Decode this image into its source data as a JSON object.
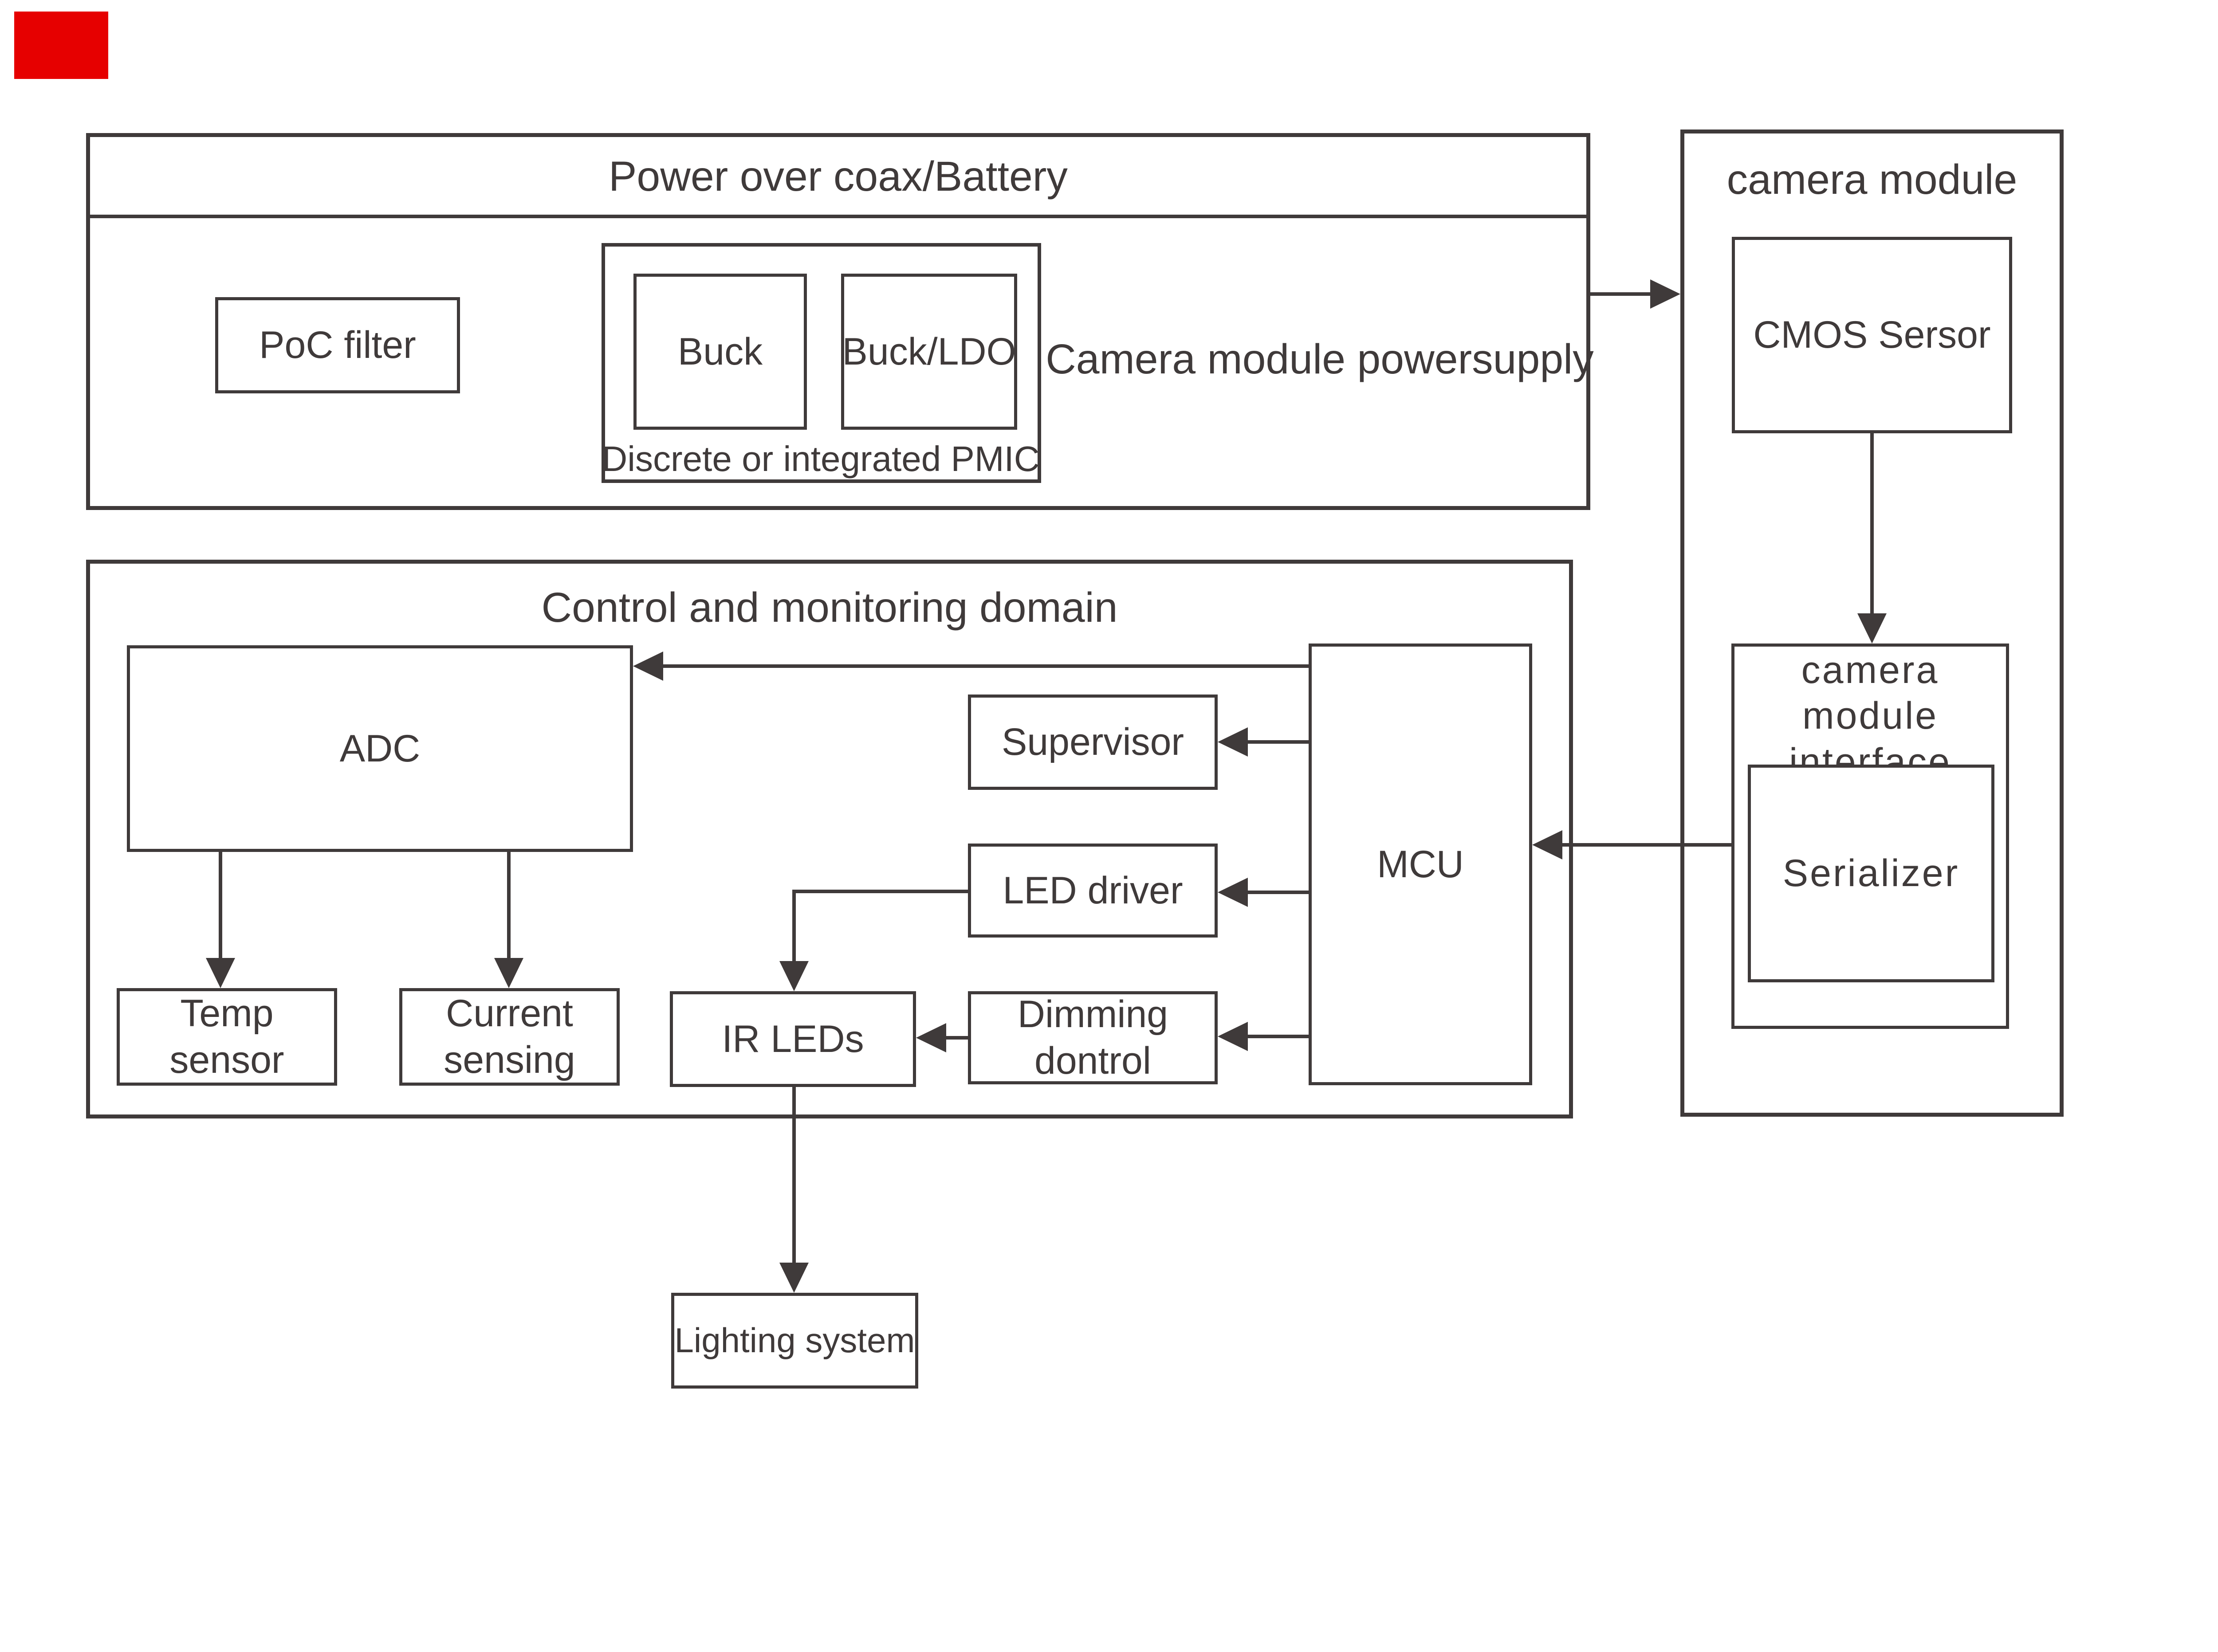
{
  "colors": {
    "ink": "#3f3a3a",
    "background": "#ffffff",
    "marker_red": "#e60000"
  },
  "power_domain": {
    "title": "Power over coax/Battery",
    "poc_filter_label": "PoC filter",
    "buck_label": "Buck",
    "buck_ldo_label": "Buck/LDO",
    "pmic_caption": "Discrete or integrated PMIC",
    "supply_caption": "Camera module powersupply"
  },
  "camera_module": {
    "title": "camera module",
    "cmos_label": "CMOS Sersor",
    "interface_title": "camera module interface",
    "serializer_label": "Serializer"
  },
  "control_domain": {
    "title": "Control and monitoring domain",
    "adc_label": "ADC",
    "supervisor_label": "Supervisor",
    "led_driver_label": "LED driver",
    "dimming_label": "Dimming dontrol",
    "mcu_label": "MCU",
    "temp_sensor_label": "Temp sensor",
    "current_sensing_label": "Current sensing",
    "ir_leds_label": "IR LEDs"
  },
  "lighting_system_label": "Lighting system"
}
